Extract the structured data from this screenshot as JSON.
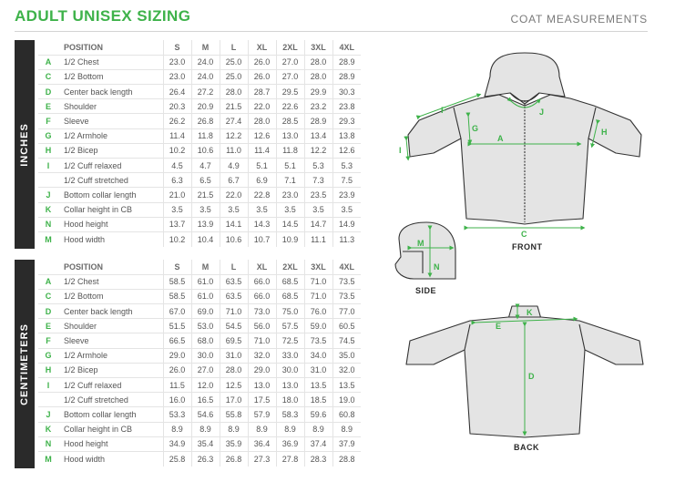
{
  "header": {
    "title": "ADULT UNISEX SIZING",
    "subtitle": "COAT MEASUREMENTS"
  },
  "sizes": [
    "S",
    "M",
    "L",
    "XL",
    "2XL",
    "3XL",
    "4XL"
  ],
  "position_header": "POSITION",
  "inches": {
    "label": "INCHES",
    "rows": [
      {
        "letter": "A",
        "label": "1/2 Chest",
        "values": [
          "23.0",
          "24.0",
          "25.0",
          "26.0",
          "27.0",
          "28.0",
          "28.9"
        ]
      },
      {
        "letter": "C",
        "label": "1/2 Bottom",
        "values": [
          "23.0",
          "24.0",
          "25.0",
          "26.0",
          "27.0",
          "28.0",
          "28.9"
        ]
      },
      {
        "letter": "D",
        "label": "Center back length",
        "values": [
          "26.4",
          "27.2",
          "28.0",
          "28.7",
          "29.5",
          "29.9",
          "30.3"
        ]
      },
      {
        "letter": "E",
        "label": "Shoulder",
        "values": [
          "20.3",
          "20.9",
          "21.5",
          "22.0",
          "22.6",
          "23.2",
          "23.8"
        ]
      },
      {
        "letter": "F",
        "label": "Sleeve",
        "values": [
          "26.2",
          "26.8",
          "27.4",
          "28.0",
          "28.5",
          "28.9",
          "29.3"
        ]
      },
      {
        "letter": "G",
        "label": "1/2 Armhole",
        "values": [
          "11.4",
          "11.8",
          "12.2",
          "12.6",
          "13.0",
          "13.4",
          "13.8"
        ]
      },
      {
        "letter": "H",
        "label": "1/2 Bicep",
        "values": [
          "10.2",
          "10.6",
          "11.0",
          "11.4",
          "11.8",
          "12.2",
          "12.6"
        ]
      },
      {
        "letter": "I",
        "label": "1/2 Cuff relaxed",
        "values": [
          "4.5",
          "4.7",
          "4.9",
          "5.1",
          "5.1",
          "5.3",
          "5.3"
        ]
      },
      {
        "letter": "",
        "label": "1/2 Cuff stretched",
        "values": [
          "6.3",
          "6.5",
          "6.7",
          "6.9",
          "7.1",
          "7.3",
          "7.5"
        ]
      },
      {
        "letter": "J",
        "label": "Bottom collar length",
        "values": [
          "21.0",
          "21.5",
          "22.0",
          "22.8",
          "23.0",
          "23.5",
          "23.9"
        ]
      },
      {
        "letter": "K",
        "label": "Collar height in CB",
        "values": [
          "3.5",
          "3.5",
          "3.5",
          "3.5",
          "3.5",
          "3.5",
          "3.5"
        ]
      },
      {
        "letter": "N",
        "label": "Hood height",
        "values": [
          "13.7",
          "13.9",
          "14.1",
          "14.3",
          "14.5",
          "14.7",
          "14.9"
        ]
      },
      {
        "letter": "M",
        "label": "Hood width",
        "values": [
          "10.2",
          "10.4",
          "10.6",
          "10.7",
          "10.9",
          "11.1",
          "11.3"
        ]
      }
    ]
  },
  "centimeters": {
    "label": "CENTIMETERS",
    "rows": [
      {
        "letter": "A",
        "label": "1/2 Chest",
        "values": [
          "58.5",
          "61.0",
          "63.5",
          "66.0",
          "68.5",
          "71.0",
          "73.5"
        ]
      },
      {
        "letter": "C",
        "label": "1/2 Bottom",
        "values": [
          "58.5",
          "61.0",
          "63.5",
          "66.0",
          "68.5",
          "71.0",
          "73.5"
        ]
      },
      {
        "letter": "D",
        "label": "Center back length",
        "values": [
          "67.0",
          "69.0",
          "71.0",
          "73.0",
          "75.0",
          "76.0",
          "77.0"
        ]
      },
      {
        "letter": "E",
        "label": "Shoulder",
        "values": [
          "51.5",
          "53.0",
          "54.5",
          "56.0",
          "57.5",
          "59.0",
          "60.5"
        ]
      },
      {
        "letter": "F",
        "label": "Sleeve",
        "values": [
          "66.5",
          "68.0",
          "69.5",
          "71.0",
          "72.5",
          "73.5",
          "74.5"
        ]
      },
      {
        "letter": "G",
        "label": "1/2 Armhole",
        "values": [
          "29.0",
          "30.0",
          "31.0",
          "32.0",
          "33.0",
          "34.0",
          "35.0"
        ]
      },
      {
        "letter": "H",
        "label": "1/2 Bicep",
        "values": [
          "26.0",
          "27.0",
          "28.0",
          "29.0",
          "30.0",
          "31.0",
          "32.0"
        ]
      },
      {
        "letter": "I",
        "label": "1/2 Cuff relaxed",
        "values": [
          "11.5",
          "12.0",
          "12.5",
          "13.0",
          "13.0",
          "13.5",
          "13.5"
        ]
      },
      {
        "letter": "",
        "label": "1/2 Cuff stretched",
        "values": [
          "16.0",
          "16.5",
          "17.0",
          "17.5",
          "18.0",
          "18.5",
          "19.0"
        ]
      },
      {
        "letter": "J",
        "label": "Bottom collar length",
        "values": [
          "53.3",
          "54.6",
          "55.8",
          "57.9",
          "58.3",
          "59.6",
          "60.8"
        ]
      },
      {
        "letter": "K",
        "label": "Collar height in CB",
        "values": [
          "8.9",
          "8.9",
          "8.9",
          "8.9",
          "8.9",
          "8.9",
          "8.9"
        ]
      },
      {
        "letter": "N",
        "label": "Hood height",
        "values": [
          "34.9",
          "35.4",
          "35.9",
          "36.4",
          "36.9",
          "37.4",
          "37.9"
        ]
      },
      {
        "letter": "M",
        "label": "Hood width",
        "values": [
          "25.8",
          "26.3",
          "26.8",
          "27.3",
          "27.8",
          "28.3",
          "28.8"
        ]
      }
    ]
  },
  "diagrams": {
    "front_caption": "FRONT",
    "side_caption": "SIDE",
    "back_caption": "BACK",
    "markers": {
      "a": "A",
      "c": "C",
      "d": "D",
      "e": "E",
      "f": "F",
      "g": "G",
      "h": "H",
      "i": "I",
      "j": "J",
      "k": "K",
      "m": "M",
      "n": "N"
    }
  },
  "colors": {
    "accent": "#3eb24a",
    "sidebar": "#2a2a2a",
    "garment_fill": "#e4e4e4",
    "garment_stroke": "#333333"
  }
}
